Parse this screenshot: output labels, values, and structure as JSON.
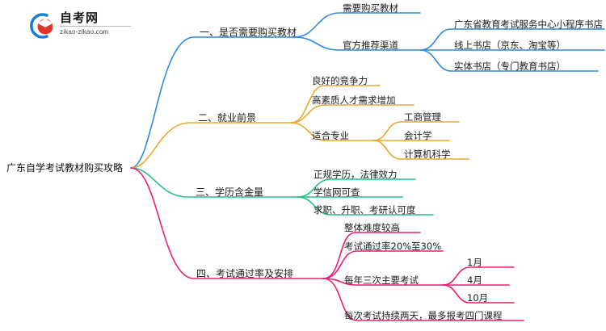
{
  "logo": {
    "title": "自考网",
    "subtitle": "zikao-zikao.com",
    "mark_icon": "graduation-cap-icon",
    "ring_color": "#1b7fd4",
    "cap_color": "#e0352b"
  },
  "mindmap": {
    "root": {
      "label": "广东自学考试教材购买攻略"
    },
    "branch_colors": {
      "branch1": "#2d8ae0",
      "branch2": "#e8a92d",
      "branch3": "#22c185",
      "branch4": "#ec1f76"
    },
    "branches": [
      {
        "label": "一、是否需要购买教材",
        "color": "#2d8ae0",
        "children": [
          {
            "label": "需要购买教材",
            "children": []
          },
          {
            "label": "官方推荐渠道",
            "children": [
              {
                "label": "广东省教育考试服务中心小程序书店"
              },
              {
                "label": "线上书店（京东、淘宝等）"
              },
              {
                "label": "实体书店（专门教育书店）"
              }
            ]
          }
        ]
      },
      {
        "label": "二、就业前景",
        "color": "#e8a92d",
        "children": [
          {
            "label": "良好的竞争力",
            "children": []
          },
          {
            "label": "高素质人才需求增加",
            "children": []
          },
          {
            "label": "适合专业",
            "children": [
              {
                "label": "工商管理"
              },
              {
                "label": "会计学"
              },
              {
                "label": "计算机科学"
              }
            ]
          }
        ]
      },
      {
        "label": "三、学历含金量",
        "color": "#22c185",
        "children": [
          {
            "label": "正规学历，法律效力",
            "children": []
          },
          {
            "label": "学信网可查",
            "children": []
          },
          {
            "label": "求职、升职、考研认可度",
            "children": []
          }
        ]
      },
      {
        "label": "四、考试通过率及安排",
        "color": "#ec1f76",
        "children": [
          {
            "label": "整体难度较高",
            "children": []
          },
          {
            "label": "考试通过率20%至30%",
            "children": []
          },
          {
            "label": "每年三次主要考试",
            "children": [
              {
                "label": "1月"
              },
              {
                "label": "4月"
              },
              {
                "label": "10月"
              }
            ]
          },
          {
            "label": "每次考试持续两天，最多报考四门课程",
            "children": []
          }
        ]
      }
    ]
  }
}
